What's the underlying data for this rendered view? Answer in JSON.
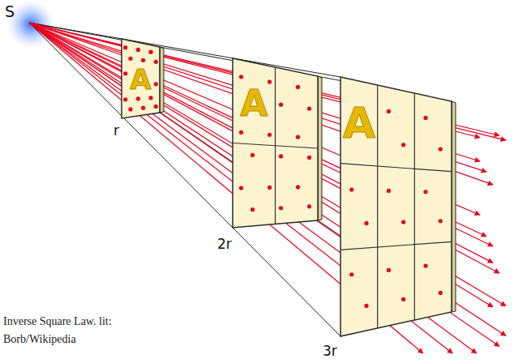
{
  "diagram": {
    "caption": "Inverse Square Law. lit: Borb/Wikipedia",
    "nodes": [
      {
        "text": [
          "A"
        ]
      },
      {
        "text": [
          "A"
        ]
      },
      {
        "text": [
          "A"
        ]
      }
    ],
    "labels": [
      "S",
      "r",
      "2r",
      "3r"
    ]
  }
}
